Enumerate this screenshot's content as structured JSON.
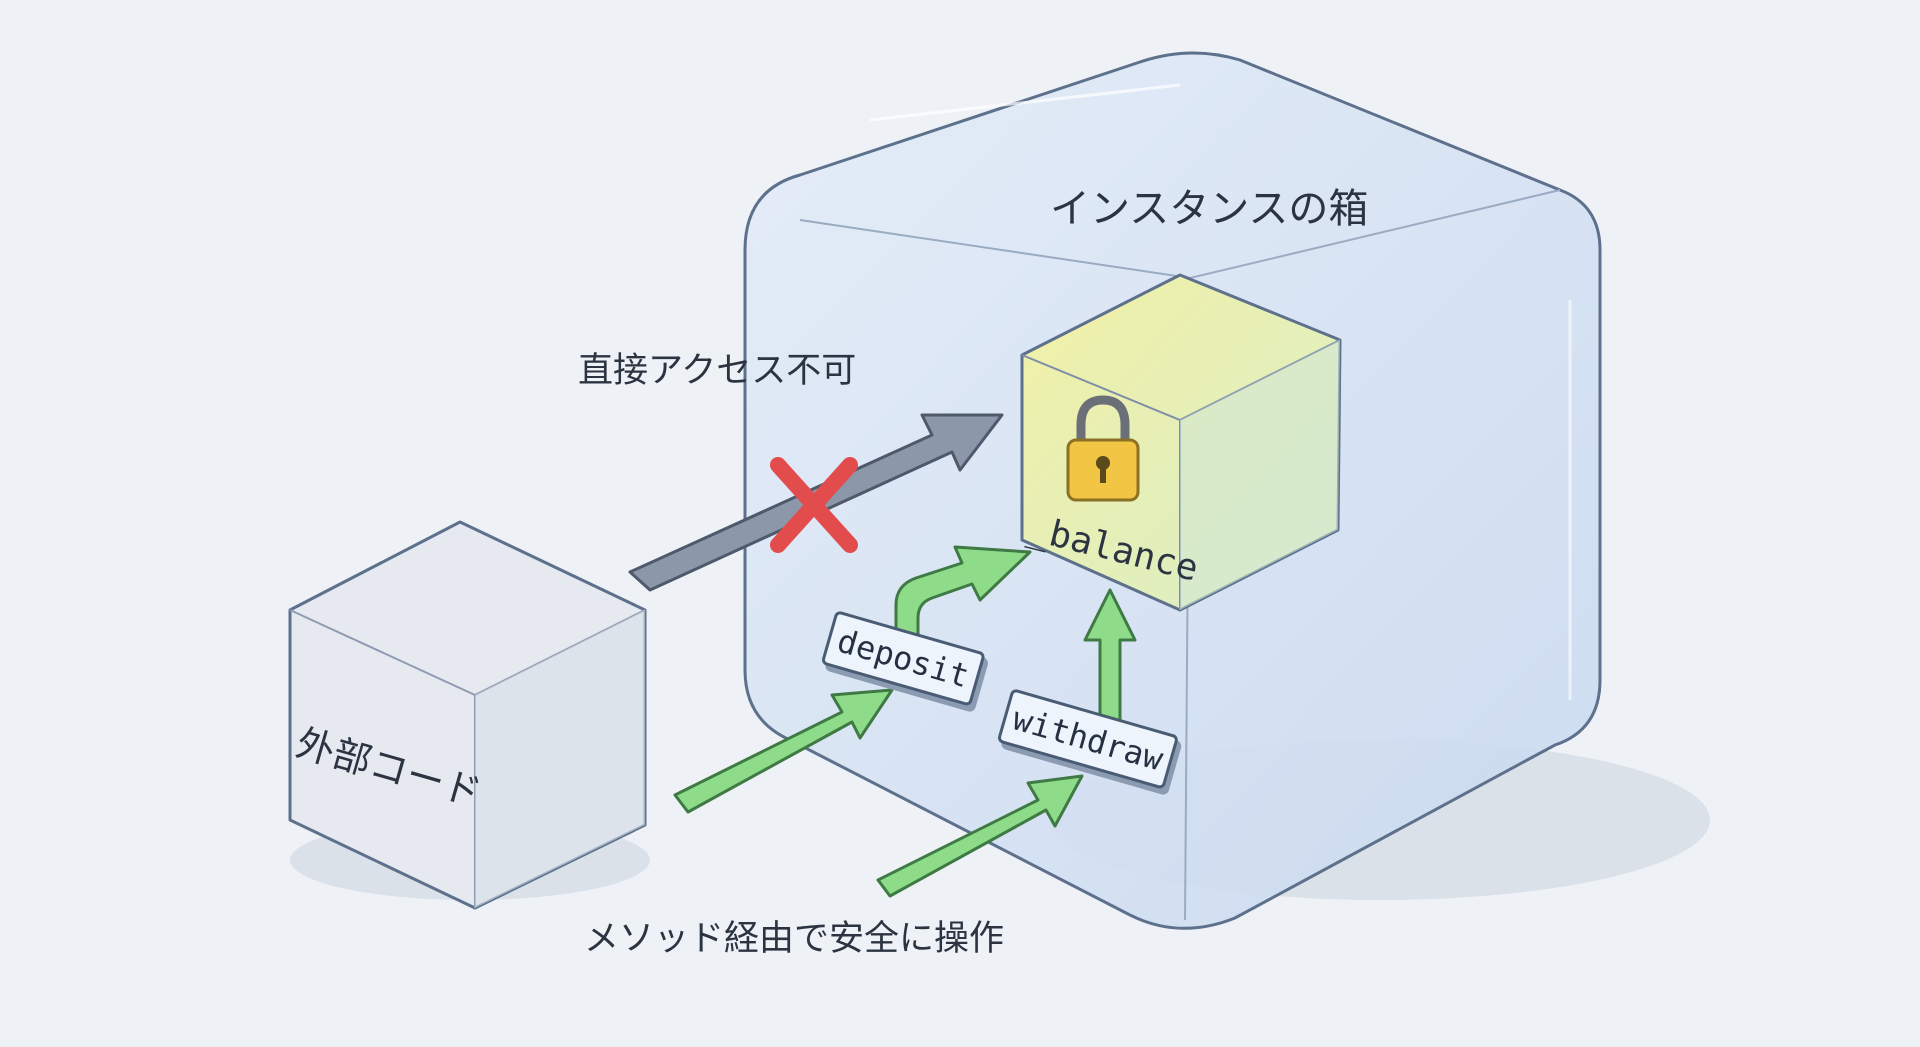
{
  "diagram": {
    "title": "インスタンスの箱",
    "direct_access_label": "直接アクセス不可",
    "external_code_label": "外部コード",
    "method_access_label": "メソッド経由で安全に操作",
    "private_field_label": "_balance",
    "method_labels": {
      "deposit": "deposit",
      "withdraw": "withdraw"
    },
    "icons": {
      "lock": "padlock-icon",
      "deny": "red-x-icon"
    },
    "colors": {
      "background": "#eef2f7",
      "instance_box_fill": "#dbe6f5",
      "instance_box_stroke": "#5d708c",
      "private_cube_fill": "#eaf0a8",
      "external_cube_fill": "#e6eaf0",
      "allowed_arrow": "#8edc8a",
      "blocked_arrow": "#8c98aa",
      "deny_mark": "#e24c4c",
      "lock": "#f2c545"
    }
  }
}
